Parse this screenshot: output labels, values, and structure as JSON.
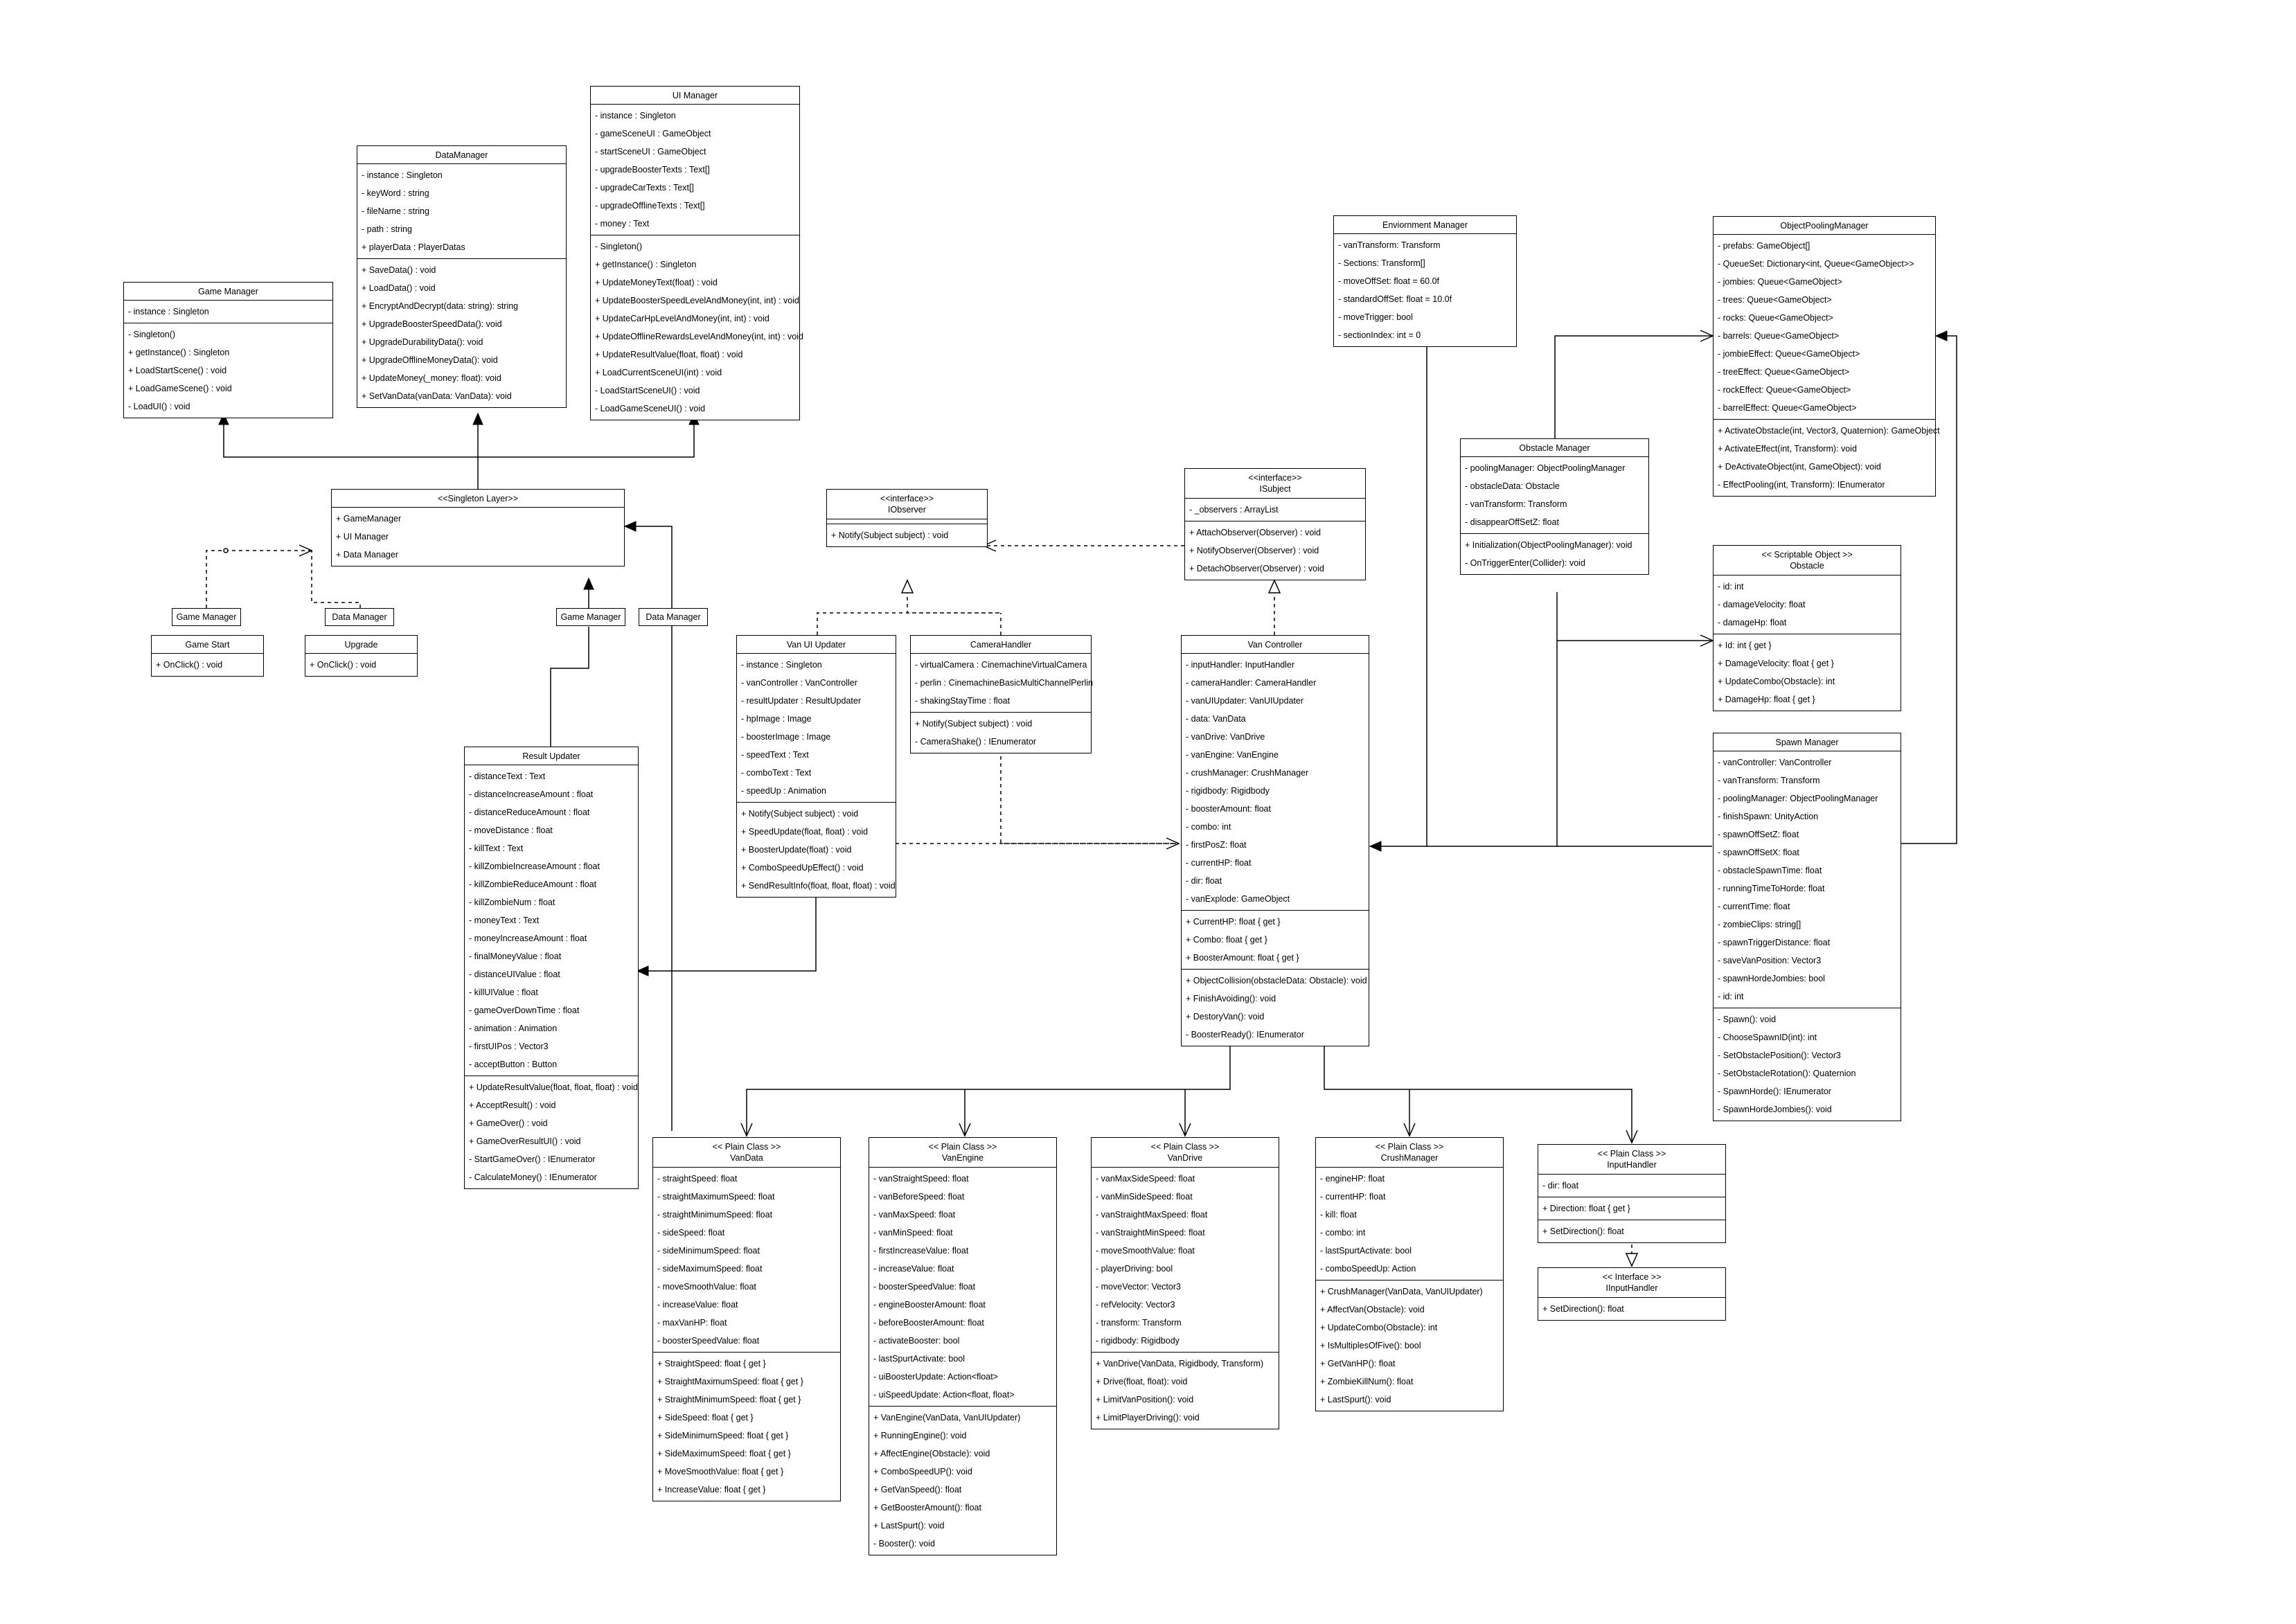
{
  "classes": [
    {
      "id": "game_manager",
      "title": "Game Manager",
      "attrs": [
        "- instance : Singleton"
      ],
      "ops": [
        "- Singleton()",
        "+ getInstance() : Singleton",
        "+ LoadStartScene() : void",
        "+ LoadGameScene() : void",
        "- LoadUI() : void"
      ]
    },
    {
      "id": "data_manager",
      "title": "DataManager",
      "attrs": [
        "- instance : Singleton",
        "- keyWord : string",
        "- fileName : string",
        "- path : string",
        "+ playerData : PlayerDatas"
      ],
      "ops": [
        "+ SaveData() : void",
        "+ LoadData() : void",
        "+ EncryptAndDecrypt(data: string): string",
        "+ UpgradeBoosterSpeedData(): void",
        "+ UpgradeDurabilityData(): void",
        "+ UpgradeOfflineMoneyData(): void",
        "+ UpdateMoney(_money: float): void",
        "+ SetVanData(vanData: VanData): void"
      ]
    },
    {
      "id": "ui_manager",
      "title": "UI Manager",
      "attrs": [
        "- instance : Singleton",
        "- gameSceneUI : GameObject",
        "- startSceneUI : GameObject",
        "- upgradeBoosterTexts : Text[]",
        "- upgradeCarTexts : Text[]",
        "- upgradeOfflineTexts : Text[]",
        "- money : Text"
      ],
      "ops": [
        "- Singleton()",
        "+ getInstance() : Singleton",
        "+ UpdateMoneyText(float) : void",
        "+ UpdateBoosterSpeedLevelAndMoney(int, int) : void",
        "+ UpdateCarHpLevelAndMoney(int, int) : void",
        "+ UpdateOfflineRewardsLevelAndMoney(int, int) : void",
        "+ UpdateResultValue(float, float) : void",
        "+ LoadCurrentSceneUI(int) : void",
        "- LoadStartSceneUI() : void",
        "- LoadGameSceneUI() : void"
      ]
    },
    {
      "id": "singleton_layer",
      "title": "<<Singleton Layer>>",
      "attrs": [
        "+ GameManager",
        "+ UI Manager",
        "+ Data Manager"
      ]
    },
    {
      "id": "game_start",
      "title": "Game Start",
      "attrs": [
        "+ OnClick() : void"
      ]
    },
    {
      "id": "upgrade",
      "title": "Upgrade",
      "attrs": [
        "+ OnClick() : void"
      ]
    },
    {
      "id": "result_updater",
      "title": "Result Updater",
      "attrs": [
        "- distanceText : Text",
        "- distanceIncreaseAmount : float",
        "- distanceReduceAmount : float",
        "- moveDistance : float",
        "- killText : Text",
        "- killZombieIncreaseAmount : float",
        "- killZombieReduceAmount : float",
        "- killZombieNum : float",
        "- moneyText : Text",
        "- moneyIncreaseAmount : float",
        "- finalMoneyValue : float",
        "- distanceUIValue : float",
        "- killUIValue : float",
        "- gameOverDownTime : float",
        "- animation : Animation",
        "- firstUIPos : Vector3",
        "- acceptButton : Button"
      ],
      "ops": [
        "+ UpdateResultValue(float, float, float) : void",
        "+ AcceptResult() : void",
        "+ GameOver() : void",
        "+ GameOverResultUI() : void",
        "- StartGameOver() : IEnumerator",
        "- CalculateMoney() : IEnumerator"
      ]
    },
    {
      "id": "iobserver",
      "stereo": "<<interface>>",
      "title": "IObserver",
      "attrs": [
        " "
      ],
      "ops": [
        "+ Notify(Subject subject) : void"
      ]
    },
    {
      "id": "isubject",
      "stereo": "<<interface>>",
      "title": "ISubject",
      "attrs": [
        "- _observers : ArrayList"
      ],
      "ops": [
        "+ AttachObserver(Observer) : void",
        "+ NotifyObserver(Observer) : void",
        "+ DetachObserver(Observer) : void"
      ]
    },
    {
      "id": "van_ui_updater",
      "title": "Van UI Updater",
      "attrs": [
        "- instance : Singleton",
        "- vanController : VanController",
        "- resultUpdater : ResultUpdater",
        "- hpImage : Image",
        "- boosterImage : Image",
        "- speedText : Text",
        "- comboText : Text",
        "- speedUp : Animation"
      ],
      "ops": [
        "+ Notify(Subject subject) : void",
        "+ SpeedUpdate(float, float) : void",
        "+ BoosterUpdate(float) : void",
        "+ ComboSpeedUpEffect() : void",
        "+ SendResultInfo(float, float, float) : void"
      ]
    },
    {
      "id": "camera_handler",
      "title": "CameraHandler",
      "attrs": [
        "- virtualCamera : CinemachineVirtualCamera",
        "- perlin : CinemachineBasicMultiChannelPerlin",
        "- shakingStayTime : float"
      ],
      "ops": [
        "+ Notify(Subject subject) : void",
        "- CameraShake() : IEnumerator"
      ]
    },
    {
      "id": "van_controller",
      "title": "Van Controller",
      "attrs": [
        "- inputHandler: InputHandler",
        "- cameraHandler: CameraHandler",
        "- vanUIUpdater: VanUIUpdater",
        "- data: VanData",
        "- vanDrive: VanDrive",
        "- vanEngine: VanEngine",
        "- crushManager: CrushManager",
        "- rigidbody: Rigidbody",
        "- boosterAmount: float",
        "- combo: int",
        "- firstPosZ: float",
        "- currentHP: float",
        "- dir: float",
        "- vanExplode: GameObject"
      ],
      "props": [
        "+ CurrentHP: float { get }",
        "+ Combo: float { get }",
        "+ BoosterAmount: float { get }"
      ],
      "ops": [
        "+ ObjectCollision(obstacleData: Obstacle): void",
        "+ FinishAvoiding(): void",
        "+ DestoryVan(): void",
        "- BoosterReady(): IEnumerator"
      ]
    },
    {
      "id": "environment_manager",
      "title": "Enviornment Manager",
      "attrs": [
        "- vanTransform: Transform",
        "- Sections: Transform[]",
        "- moveOffSet: float = 60.0f",
        "- standardOffSet: float = 10.0f",
        "- moveTrigger: bool",
        "- sectionIndex: int = 0"
      ]
    },
    {
      "id": "obstacle_manager",
      "title": "Obstacle Manager",
      "attrs": [
        "- poolingManager: ObjectPoolingManager",
        "- obstacleData: Obstacle",
        "- vanTransform: Transform",
        "- disappearOffSetZ: float"
      ],
      "ops": [
        "+ Initialization(ObjectPoolingManager): void",
        "- OnTriggerEnter(Collider): void"
      ]
    },
    {
      "id": "object_pooling_manager",
      "title": "ObjectPoolingManager",
      "attrs": [
        "- prefabs: GameObject[]",
        "- QueueSet: Dictionary<int, Queue<GameObject>>",
        "- jombies: Queue<GameObject>",
        "- trees: Queue<GameObject>",
        "- rocks: Queue<GameObject>",
        "- barrels: Queue<GameObject>",
        "- jombieEffect: Queue<GameObject>",
        "- treeEffect: Queue<GameObject>",
        "- rockEffect: Queue<GameObject>",
        "- barrelEffect: Queue<GameObject>"
      ],
      "ops": [
        "+ ActivateObstacle(int, Vector3, Quaternion): GameObject",
        "+ ActivateEffect(int, Transform): void",
        "+ DeActivateObject(int, GameObject): void",
        "- EffectPooling(int, Transform): IEnumerator"
      ]
    },
    {
      "id": "obstacle_so",
      "stereo": "<< Scriptable Object >>",
      "title": "Obstacle",
      "attrs": [
        "- id: int",
        "- damageVelocity: float",
        "- damageHp: float"
      ],
      "ops": [
        "+ Id: int { get }",
        "+ DamageVelocity: float { get }",
        "+ UpdateCombo(Obstacle): int",
        "+ DamageHp: float { get }"
      ]
    },
    {
      "id": "spawn_manager",
      "title": "Spawn Manager",
      "attrs": [
        "- vanController: VanController",
        "- vanTransform: Transform",
        "- poolingManager: ObjectPoolingManager",
        "- finishSpawn: UnityAction",
        "- spawnOffSetZ: float",
        "- spawnOffSetX: float",
        "- obstacleSpawnTime: float",
        "- runningTimeToHorde: float",
        "- currentTime: float",
        "- zombieClips: string[]",
        "- spawnTriggerDistance: float",
        "- saveVanPosition: Vector3",
        "- spawnHordeJombies: bool",
        "- id: int"
      ],
      "ops": [
        "- Spawn(): void",
        "- ChooseSpawnID(int): int",
        "- SetObstaclePosition(): Vector3",
        "- SetObstacleRotation(): Quaternion",
        "- SpawnHorde(): IEnumerator",
        "- SpawnHordeJombies(): void"
      ]
    },
    {
      "id": "van_data",
      "stereo": "<< Plain Class >>",
      "title": "VanData",
      "attrs": [
        "- straightSpeed: float",
        "- straightMaximumSpeed: float",
        "- straightMinimumSpeed: float",
        "- sideSpeed: float",
        "- sideMinimumSpeed: float",
        "- sideMaximumSpeed: float",
        "- moveSmoothValue: float",
        "- increaseValue: float",
        "- maxVanHP: float",
        "- boosterSpeedValue: float"
      ],
      "ops": [
        "+ StraightSpeed: float { get }",
        "+ StraightMaximumSpeed: float { get }",
        "+ StraightMinimumSpeed: float { get }",
        "+ SideSpeed: float { get }",
        "+ SideMinimumSpeed: float { get }",
        "+ SideMaximumSpeed: float { get }",
        "+ MoveSmoothValue: float { get }",
        "+ IncreaseValue: float { get }"
      ]
    },
    {
      "id": "van_engine",
      "stereo": "<< Plain Class >>",
      "title": "VanEngine",
      "attrs": [
        "- vanStraightSpeed: float",
        "- vanBeforeSpeed: float",
        "- vanMaxSpeed: float",
        "- vanMinSpeed: float",
        "- firstIncreaseValue: float",
        "- increaseValue: float",
        "- boosterSpeedValue: float",
        "- engineBoosterAmount: float",
        "- beforeBoosterAmount: float",
        "- activateBooster: bool",
        "- lastSpurtActivate: bool",
        "- uiBoosterUpdate: Action<float>",
        "- uiSpeedUpdate: Action<float, float>"
      ],
      "ops": [
        "+ VanEngine(VanData, VanUIUpdater)",
        "+ RunningEngine(): void",
        "+ AffectEngine(Obstacle): void",
        "+ ComboSpeedUP(): void",
        "+ GetVanSpeed(): float",
        "+ GetBoosterAmount(): float",
        "+ LastSpurt(): void",
        "- Booster(): void"
      ]
    },
    {
      "id": "van_drive",
      "stereo": "<< Plain Class >>",
      "title": "VanDrive",
      "attrs": [
        "- vanMaxSideSpeed: float",
        "- vanMinSideSpeed: float",
        "- vanStraightMaxSpeed: float",
        "- vanStraightMinSpeed: float",
        "- moveSmoothValue: float",
        "- playerDriving: bool",
        "- moveVector: Vector3",
        "- refVelocity: Vector3",
        "- transform: Transform",
        "- rigidbody: Rigidbody"
      ],
      "ops": [
        "+ VanDrive(VanData, Rigidbody, Transform)",
        "+ Drive(float, float): void",
        "+ LimitVanPosition(): void",
        "+ LimitPlayerDriving(): void"
      ]
    },
    {
      "id": "crush_manager",
      "stereo": "<< Plain Class >>",
      "title": "CrushManager",
      "attrs": [
        "- engineHP: float",
        "- currentHP: float",
        "- kill: float",
        "- combo: int",
        "- lastSpurtActivate: bool",
        "- comboSpeedUp: Action"
      ],
      "ops": [
        "+ CrushManager(VanData, VanUIUpdater)",
        "+ AffectVan(Obstacle): void",
        "+ UpdateCombo(Obstacle): int",
        "+ IsMultiplesOfFive(): bool",
        "+ GetVanHP(): float",
        "+ ZombieKillNum(): float",
        "+ LastSpurt(): void"
      ]
    },
    {
      "id": "input_handler",
      "stereo": "<< Plain Class >>",
      "title": "InputHandler",
      "attrs": [
        "- dir: float"
      ],
      "props": [
        "+ Direction: float { get }"
      ],
      "ops": [
        "+ SetDirection(): float"
      ]
    },
    {
      "id": "iinput_handler",
      "stereo": "<< Interface >>",
      "title": "IInputHandler",
      "attrs": [
        "+ SetDirection(): float"
      ]
    }
  ],
  "tags": {
    "game_manager_a": "Game Manager",
    "data_manager_a": "Data Manager",
    "game_manager_b": "Game Manager",
    "data_manager_b": "Data Manager"
  }
}
